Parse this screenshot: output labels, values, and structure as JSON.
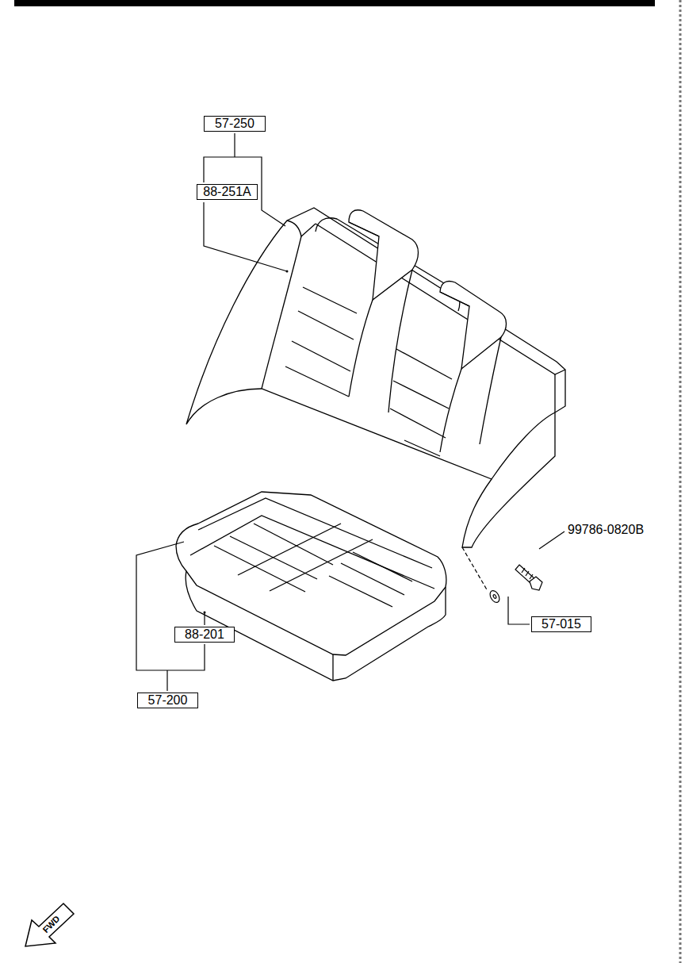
{
  "diagram": {
    "labels": [
      "57-250",
      "88-251A",
      "88-201",
      "57-200",
      "99786-0820B",
      "57-015",
      "FWD"
    ]
  }
}
